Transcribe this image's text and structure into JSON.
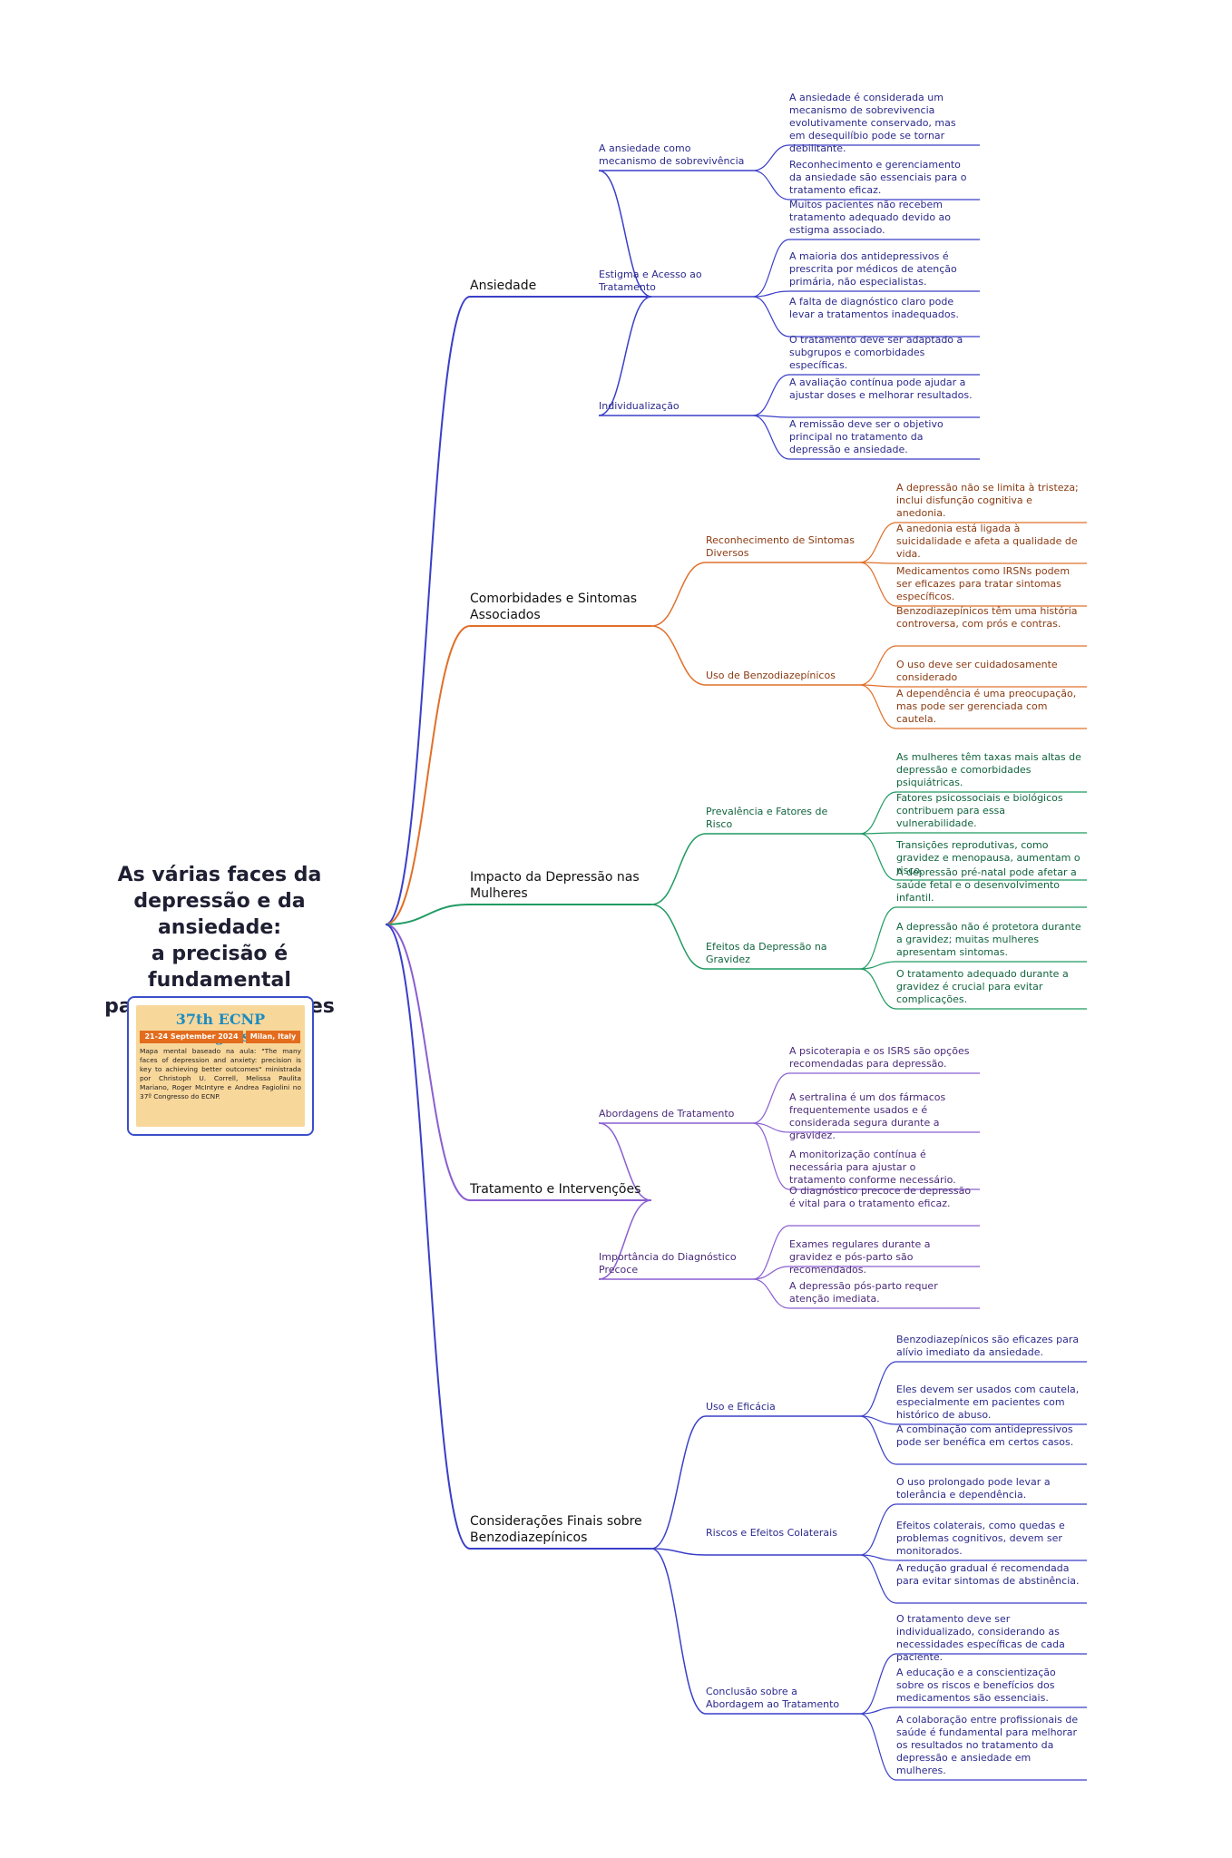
{
  "central_title_lines": [
    "As várias faces da",
    "depressão e da ansiedade:",
    "a precisão é fundamental",
    "para obter melhores",
    "resultados"
  ],
  "badge": {
    "title": "37th ECNP Congress",
    "date": "21-24 September 2024",
    "location": "Milan, Italy",
    "text": "Mapa mental baseado na aula: \"The many faces of depression and anxiety: precision is key to achieving better outcomes\" ministrada por Christoph U. Correll, Melissa Paulita Mariano, Roger McIntyre e Andrea Fagiolini no 37º Congresso do ECNP."
  },
  "colors": [
    "#3a3fc8",
    "#e0702a",
    "#1f9a62",
    "#8b5fd1",
    "#3a3fc8"
  ],
  "branches": [
    {
      "title": "Ansiedade",
      "subs": [
        {
          "title": "A ansiedade como mecanismo de sobrevivência",
          "leaves": [
            "A ansiedade é considerada um mecanismo de sobrevivencia evolutivamente conservado, mas em desequilíbio pode se tornar debilitante.",
            "Reconhecimento e gerenciamento da ansiedade são essenciais para o tratamento eficaz."
          ]
        },
        {
          "title": "Estigma e Acesso ao Tratamento",
          "leaves": [
            "Muitos pacientes não recebem tratamento adequado devido ao estigma associado.",
            "A maioria dos antidepressivos é prescrita por médicos de atenção primária, não especialistas.",
            "A falta de diagnóstico claro pode levar a tratamentos inadequados."
          ]
        },
        {
          "title": "Individualização",
          "leaves": [
            "O tratamento deve ser adaptado a subgrupos e comorbidades específicas.",
            "A avaliação contínua pode ajudar a ajustar doses e melhorar resultados.",
            "A remissão deve ser o objetivo principal no tratamento da depressão e ansiedade."
          ]
        }
      ]
    },
    {
      "title": "Comorbidades e Sintomas Associados",
      "subs": [
        {
          "title": "Reconhecimento de Sintomas Diversos",
          "leaves": [
            "A depressão não se limita à tristeza; inclui disfunção cognitiva e anedonia.",
            "A anedonia está ligada à suicidalidade e afeta a qualidade de vida.",
            "Medicamentos como IRSNs podem ser eficazes para tratar sintomas específicos."
          ]
        },
        {
          "title": "Uso de Benzodiazepínicos",
          "leaves": [
            "Benzodiazepínicos têm uma história controversa, com prós e contras.",
            "O uso deve ser cuidadosamente considerado",
            "A dependência é uma preocupação, mas pode ser gerenciada com cautela."
          ]
        }
      ]
    },
    {
      "title": "Impacto da Depressão nas Mulheres",
      "subs": [
        {
          "title": "Prevalência e Fatores de Risco",
          "leaves": [
            "As mulheres têm taxas mais altas de depressão e comorbidades psiquiátricas.",
            "Fatores psicossociais e biológicos contribuem para essa vulnerabilidade.",
            "Transições reprodutivas, como gravidez e menopausa, aumentam o risco."
          ]
        },
        {
          "title": "Efeitos da Depressão na Gravidez",
          "leaves": [
            "A depressão pré-natal pode afetar a saúde fetal e o desenvolvimento infantil.",
            "A depressão não é protetora durante a gravidez; muitas mulheres apresentam sintomas.",
            "O tratamento adequado durante a gravidez é crucial para evitar complicações."
          ]
        }
      ]
    },
    {
      "title": "Tratamento e Intervenções",
      "subs": [
        {
          "title": "Abordagens de Tratamento",
          "leaves": [
            "A psicoterapia e os ISRS são opções recomendadas para depressão.",
            "A sertralina é um dos fármacos frequentemente usados e é considerada segura durante a gravidez.",
            "A monitorização contínua é necessária para ajustar o tratamento conforme necessário."
          ]
        },
        {
          "title": "Importância do Diagnóstico Precoce",
          "leaves": [
            "O diagnóstico precoce de depressão é vital para o tratamento eficaz.",
            "Exames regulares durante a gravidez e pós-parto são recomendados.",
            "A depressão pós-parto requer atenção imediata."
          ]
        }
      ]
    },
    {
      "title": "Considerações Finais sobre Benzodiazepínicos",
      "subs": [
        {
          "title": "Uso e Eficácia",
          "leaves": [
            "Benzodiazepínicos são eficazes para alívio imediato da ansiedade.",
            "Eles devem ser usados com cautela, especialmente em pacientes com histórico de abuso.",
            "A combinação com antidepressivos pode ser benéfica em certos casos."
          ]
        },
        {
          "title": "Riscos e Efeitos Colaterais",
          "leaves": [
            "O uso prolongado pode levar a tolerância e dependência.",
            "Efeitos colaterais, como quedas e problemas cognitivos, devem ser monitorados.",
            "A redução gradual é recomendada para evitar sintomas de abstinência."
          ]
        },
        {
          "title": "Conclusão sobre a Abordagem ao Tratamento",
          "leaves": [
            "O tratamento deve ser individualizado, considerando as necessidades específicas de cada paciente.",
            "A educação e a conscientização sobre os riscos e benefícios dos medicamentos são essenciais.",
            "A colaboração entre profissionais de saúde é fundamental para melhorar os resultados no tratamento da depressão e ansiedade em mulheres."
          ]
        }
      ]
    }
  ]
}
